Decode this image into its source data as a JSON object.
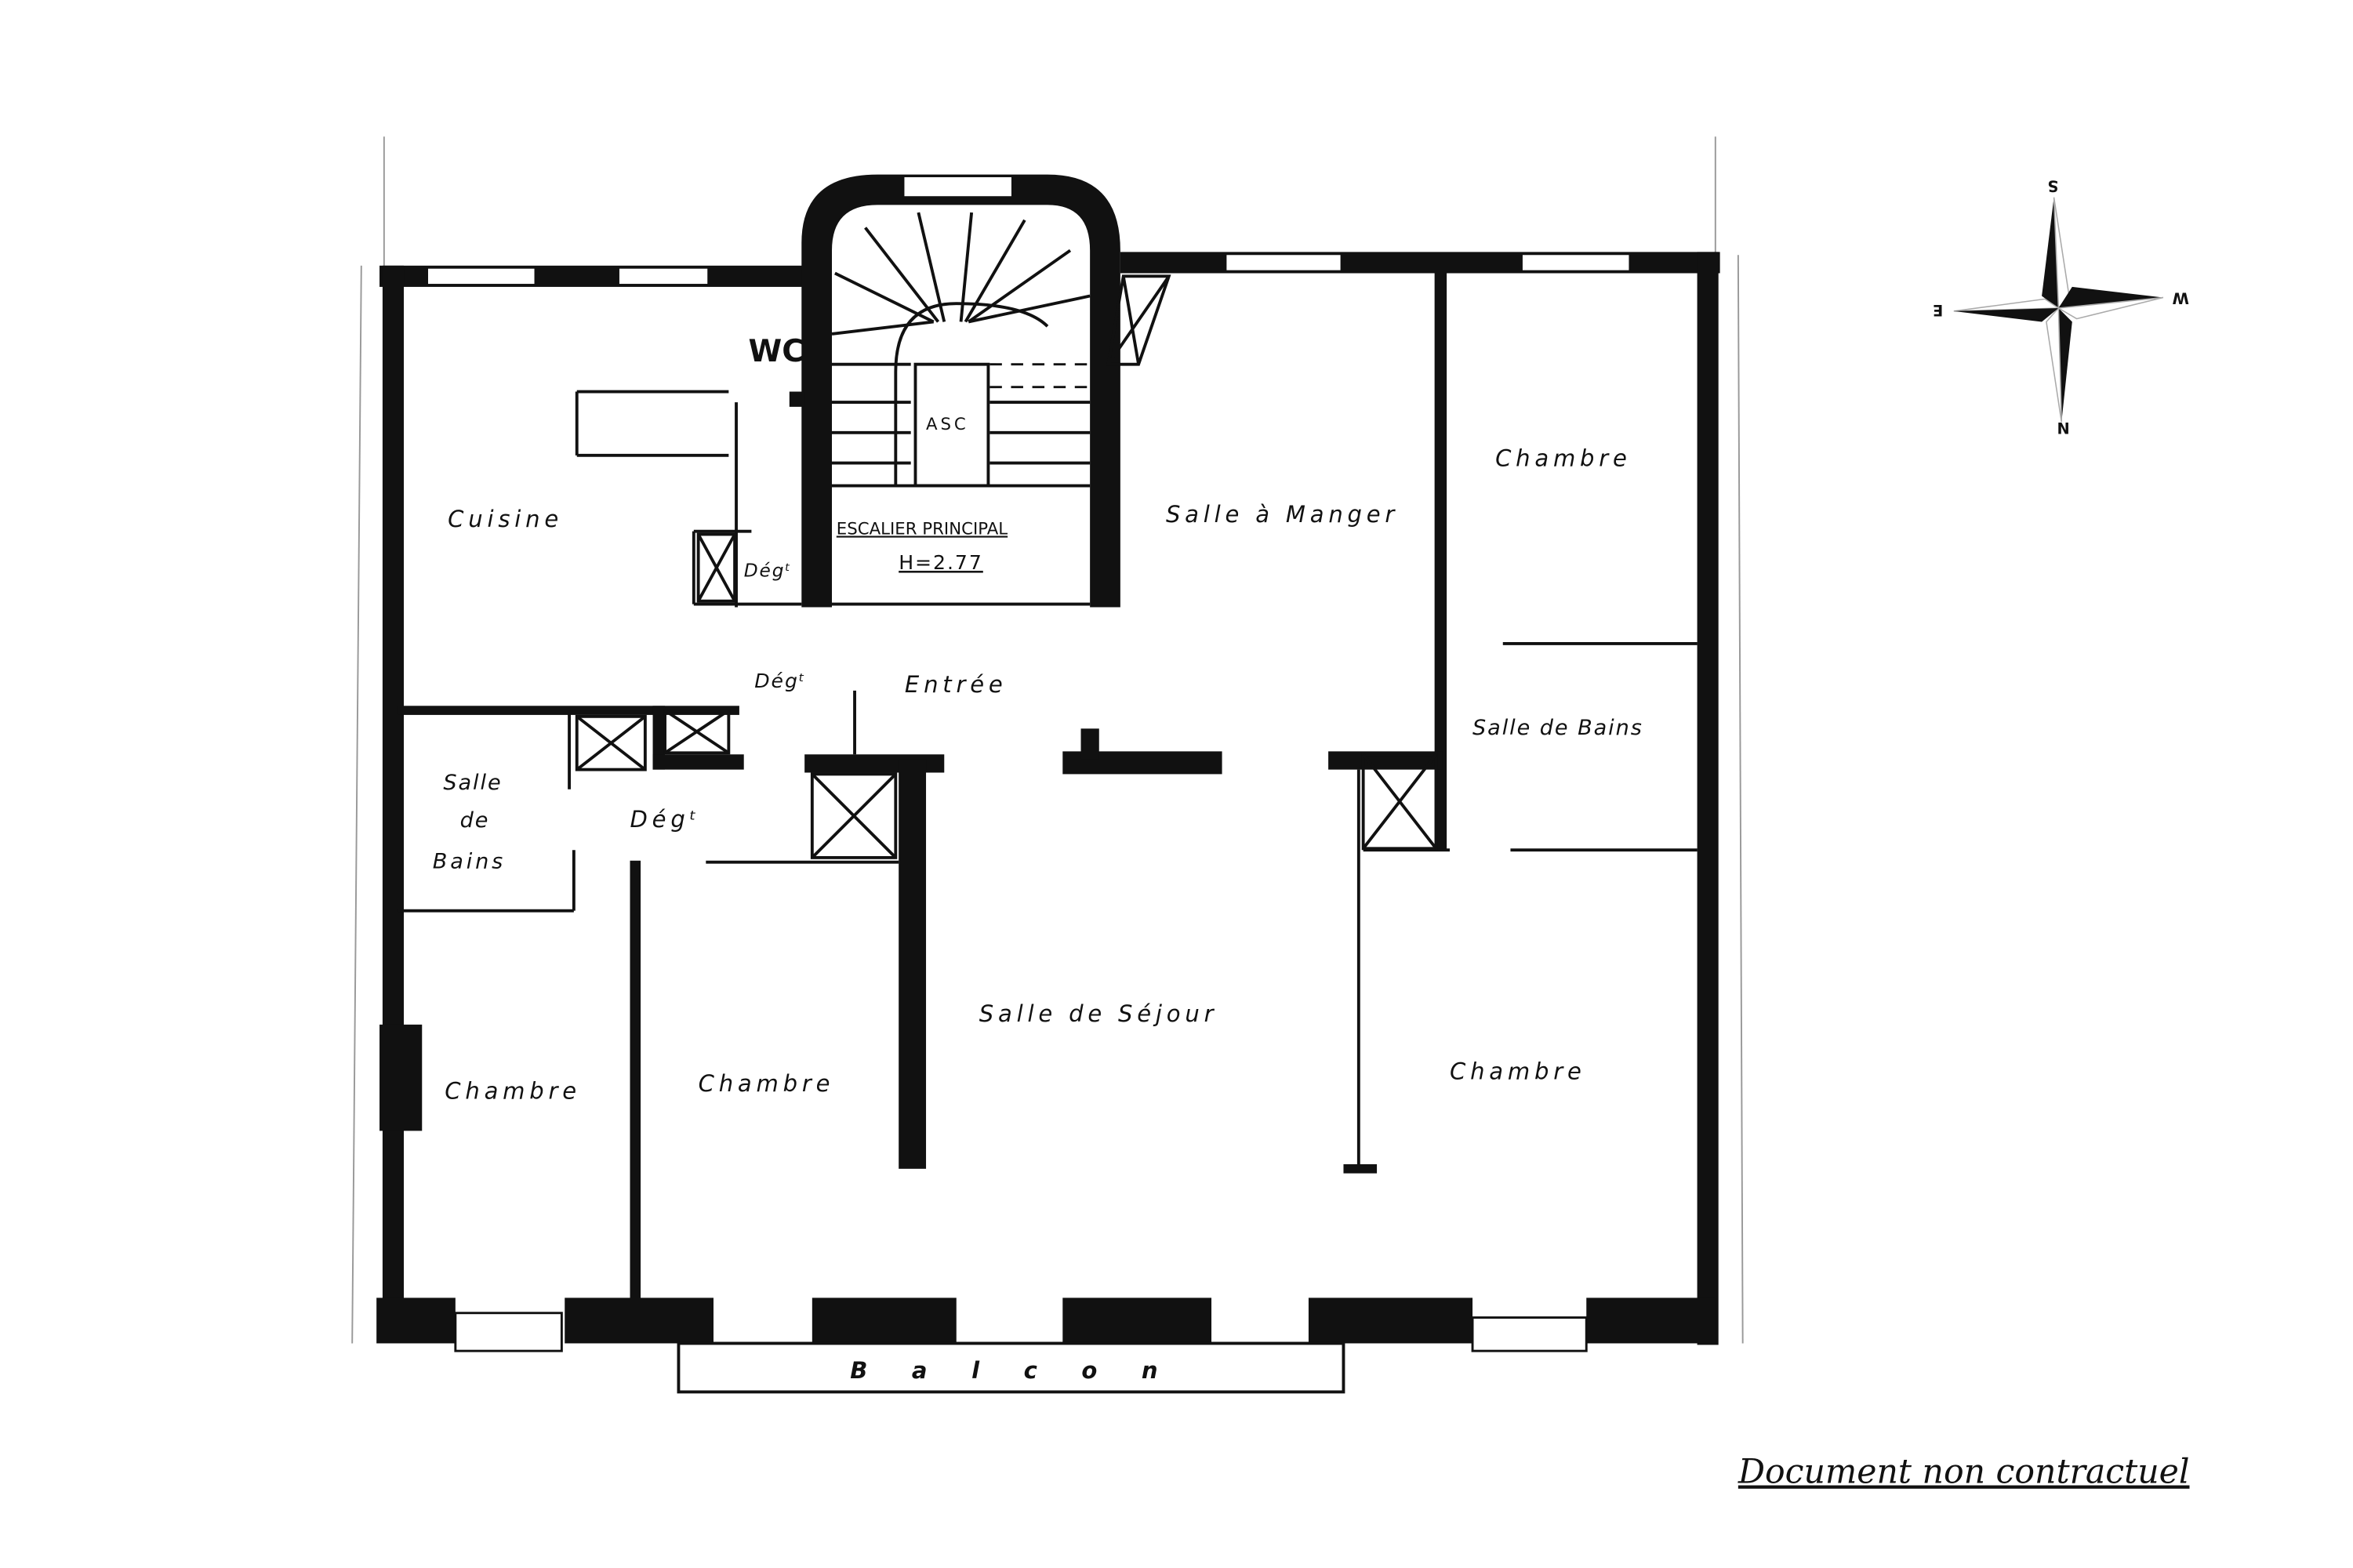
{
  "plan": {
    "rooms": {
      "cuisine": "Cuisine",
      "wc": "WC",
      "deg_kitchen": "Dégᵗ",
      "asc": "ASC",
      "escalier": "ESCALIER PRINCIPAL",
      "hauteur": "H=2.77",
      "salle_a_manger": "Salle à Manger",
      "chambre_ne": "Chambre",
      "deg_entree": "Dégᵗ",
      "entree": "Entrée",
      "salle_de_bains_right": "Salle de Bains",
      "salle_de_bains_left_1": "Salle",
      "salle_de_bains_left_2": "de",
      "salle_de_bains_left_3": "Bains",
      "deg_left": "Dégᵗ",
      "salle_de_sejour": "Salle de Séjour",
      "chambre_1": "Chambre",
      "chambre_2": "Chambre",
      "chambre_3": "Chambre",
      "balcon": "B a l c o n"
    }
  },
  "compass": {
    "s": "S",
    "n": "N",
    "e": "E",
    "w": "W"
  },
  "disclaimer": "Document non contractuel"
}
